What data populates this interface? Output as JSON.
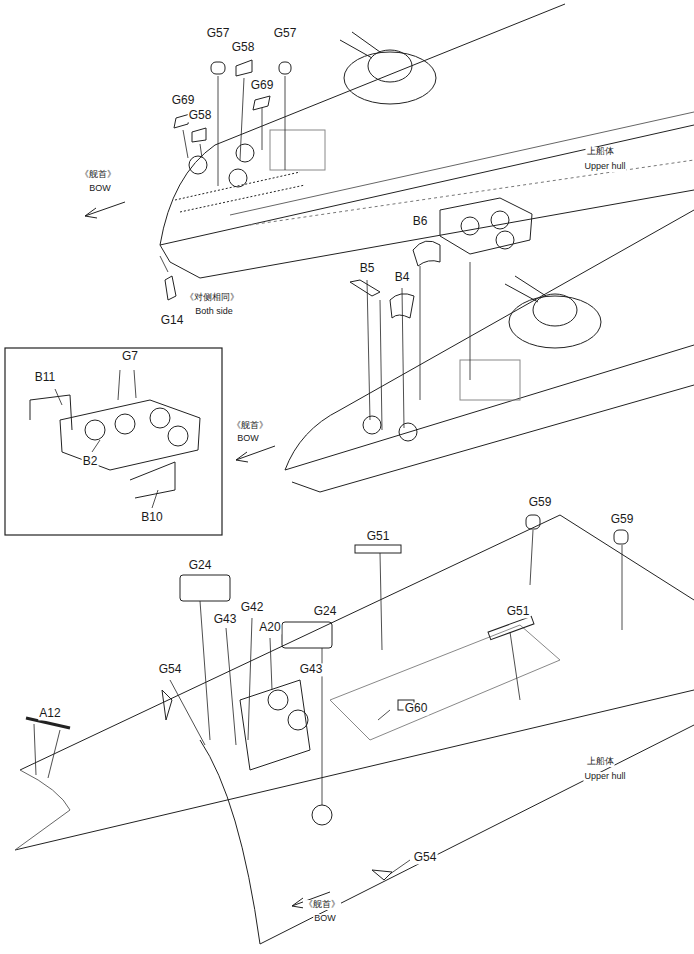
{
  "diagram": {
    "labels": [
      "G57",
      "G58",
      "G57",
      "G69",
      "G69",
      "G58",
      "《舰首》",
      "BOW",
      "G14",
      "《对侧相同》",
      "Both side",
      "上船体",
      "Upper hull",
      "B6",
      "B5",
      "B4",
      "《舰首》",
      "BOW",
      "G7",
      "B11",
      "B2",
      "B10",
      "G59",
      "G59",
      "G51",
      "G24",
      "G42",
      "G43",
      "A20",
      "G24",
      "G43",
      "G54",
      "A12",
      "G51",
      "G60",
      "上船体",
      "Upper hull",
      "G54",
      "《舰首》",
      "BOW"
    ]
  }
}
